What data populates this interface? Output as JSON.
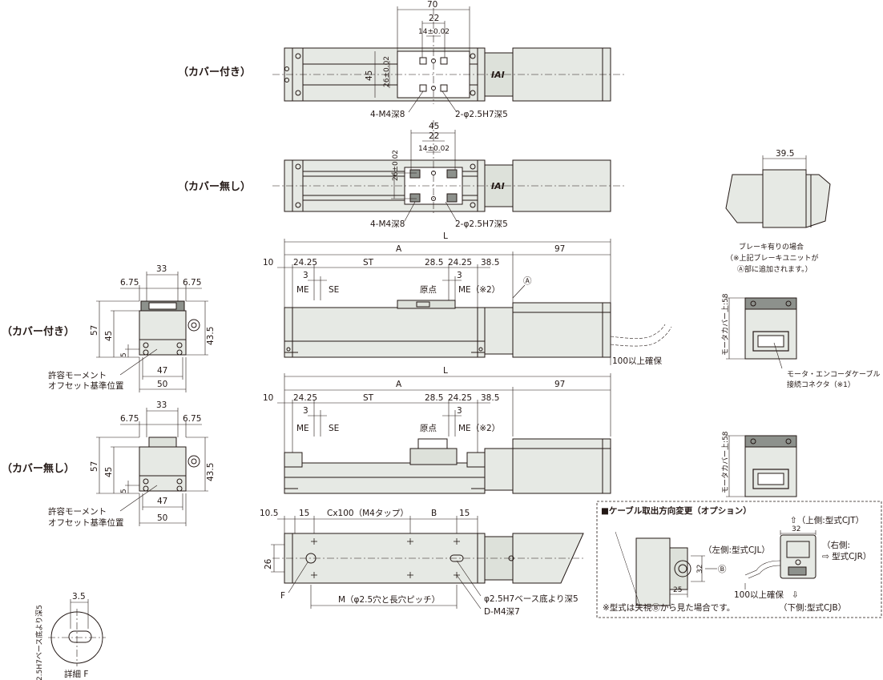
{
  "labels": {
    "with_cover": "（カバー付き）",
    "without_cover": "（カバー無し）",
    "logo": "IAI",
    "circle_a": "Ⓐ",
    "side_with_cover": "（カバー付き）",
    "side_without_cover": "（カバー無し）"
  },
  "top_view_cover": {
    "d70": "70",
    "d22": "22",
    "d14": "14±0.02",
    "d45": "45",
    "d26": "26±0.02",
    "tap": "4-M4深8",
    "pin": "2-φ2.5H7深5"
  },
  "top_view_nocover": {
    "d45": "45",
    "d22": "22",
    "d14": "14±0.02",
    "d26": "26±0.02",
    "tap": "4-M4深8",
    "pin": "2-φ2.5H7深5"
  },
  "brake": {
    "d39": "39.5",
    "note1": "ブレーキ有りの場合",
    "note2": "（※上記ブレーキユニットが",
    "note3": "Ⓐ部に追加されます。）"
  },
  "side_view_1": {
    "L": "L",
    "A": "A",
    "d97": "97",
    "d10": "10",
    "d2425a": "24.25",
    "ST": "ST",
    "d285": "28.5",
    "d2425b": "24.25",
    "d385": "38.5",
    "d3a": "3",
    "d3b": "3",
    "ME": "ME",
    "SE": "SE",
    "origin": "原点",
    "ME2": "ME（※2）",
    "cable": "100以上確保"
  },
  "side_view_2": {
    "L": "L",
    "A": "A",
    "d97": "97",
    "d10": "10",
    "d2425a": "24.25",
    "ST": "ST",
    "d285": "28.5",
    "d2425b": "24.25",
    "d385": "38.5",
    "d3a": "3",
    "d3b": "3",
    "ME": "ME",
    "SE": "SE",
    "origin": "原点",
    "ME2": "ME（※2）"
  },
  "end_view_1": {
    "d33": "33",
    "d675a": "6.75",
    "d675b": "6.75",
    "d57": "57",
    "d45": "45",
    "d435": "43.5",
    "d5": "5",
    "d47": "47",
    "d50": "50",
    "moment1": "許容モーメント",
    "moment2": "オフセット基準位置"
  },
  "end_view_2": {
    "d33": "33",
    "d675a": "6.75",
    "d675b": "6.75",
    "d57": "57",
    "d45": "45",
    "d435": "43.5",
    "d5": "5",
    "d47": "47",
    "d50": "50",
    "moment1": "許容モーメント",
    "moment2": "オフセット基準位置"
  },
  "motor_end": {
    "cover58a": "モータカバー上:58",
    "cover58b": "モータカバー上:58",
    "connector1": "モータ・エンコーダケーブル",
    "connector2": "接続コネクタ（※1）"
  },
  "bottom_view": {
    "d105": "10.5",
    "d15a": "15",
    "cx100": "Cx100（M4タップ）",
    "B": "B",
    "d15b": "15",
    "d26": "26",
    "F": "F",
    "M": "M（φ2.5穴と長穴ピッチ）",
    "pin": "φ2.5H7ベース底より深5",
    "tap": "D-M4深7"
  },
  "detail": {
    "d35": "3.5",
    "depth": "2.5H7ベース底より深5",
    "title": "詳細 F"
  },
  "cable_option": {
    "title": "■ケーブル取出方向変更（オプション）",
    "up": "⇧（上側:型式CJT）",
    "left": "（左側:型式CJL）",
    "right1": "（右側:",
    "right2": "⇨ 型式CJR）",
    "down": "（下側:型式CJB）",
    "down_arrow": "⇩",
    "d32a": "32",
    "d32b": "32",
    "d25": "25",
    "viewB": "Ⓑ",
    "secure": "100以上確保",
    "note": "※型式は矢視Ⓑから見た場合です。"
  }
}
